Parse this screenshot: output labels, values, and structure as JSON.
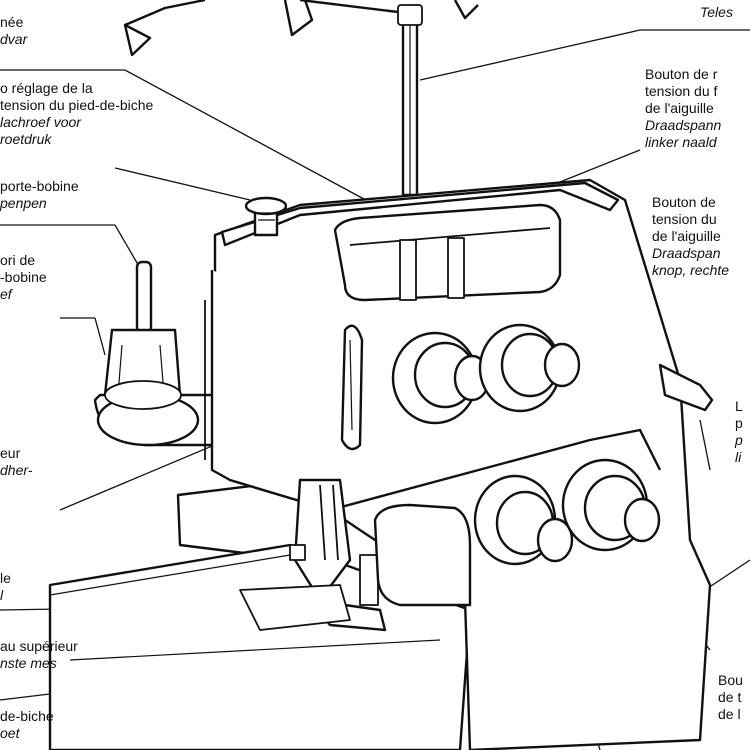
{
  "labels": [
    {
      "id": "top-left",
      "fr": "née",
      "nl": "dvar"
    },
    {
      "id": "presser-foot-pressure",
      "fr": "o réglage de la\ntension du pied-de-biche",
      "nl": "lachroef voor\nroetdruk"
    },
    {
      "id": "spool-holder",
      "fr": "porte-bobine",
      "nl": "penpen"
    },
    {
      "id": "spool-support",
      "fr": "ori de\n-bobine",
      "nl": "ef"
    },
    {
      "id": "thread-guide",
      "fr": "eur",
      "nl": "dher-"
    },
    {
      "id": "needle",
      "fr": "le",
      "nl": "l"
    },
    {
      "id": "upper-knife",
      "fr": "au supérieur",
      "nl": "nste mes"
    },
    {
      "id": "presser-foot",
      "fr": "de-biche",
      "nl": "oet"
    },
    {
      "id": "telescope",
      "fr": "",
      "nl": "Teles"
    },
    {
      "id": "left-needle-tension",
      "fr": "Bouton de r\ntension du f\nde l'aiguille",
      "nl": "Draadspann\nlinker naald"
    },
    {
      "id": "right-needle-tension",
      "fr": "Bouton de\ntension du\nde l'aiguille",
      "nl": "Draadspan\nknop, rechte"
    },
    {
      "id": "lever",
      "fr": "L\np",
      "nl": "p\nli"
    },
    {
      "id": "bottom-right",
      "fr": "Bou\nde t\nde l",
      "nl": ""
    }
  ]
}
